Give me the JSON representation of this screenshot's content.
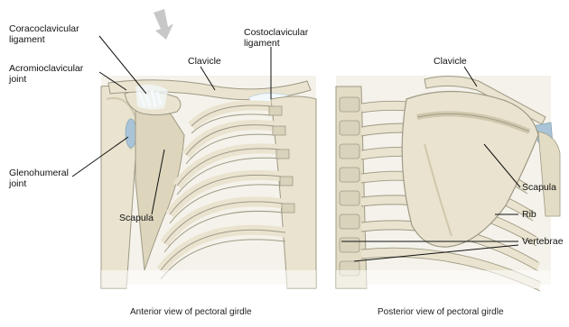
{
  "labels": {
    "coracoclavicular": "Coracoclavicular\nligament",
    "acromioclavicular": "Acromioclavicular\njoint",
    "glenohumeral": "Glenohumeral\njoint",
    "scapula_left": "Scapula",
    "clavicle_left": "Clavicle",
    "costoclavicular": "Costoclavicular\nligament",
    "clavicle_right": "Clavicle",
    "scapula_right": "Scapula",
    "rib": "Rib",
    "vertebrae": "Vertebrae"
  },
  "captions": {
    "anterior": "Anterior view of pectoral girdle",
    "posterior": "Posterior view of pectoral girdle"
  },
  "colors": {
    "bone": "#e9e3cf",
    "bone_shadow": "#cfc8ad",
    "outline": "#9e9a85",
    "cartilage": "#a9c4d6",
    "ligament": "#f2f8fb",
    "background_panel": "#f4f2ea"
  }
}
